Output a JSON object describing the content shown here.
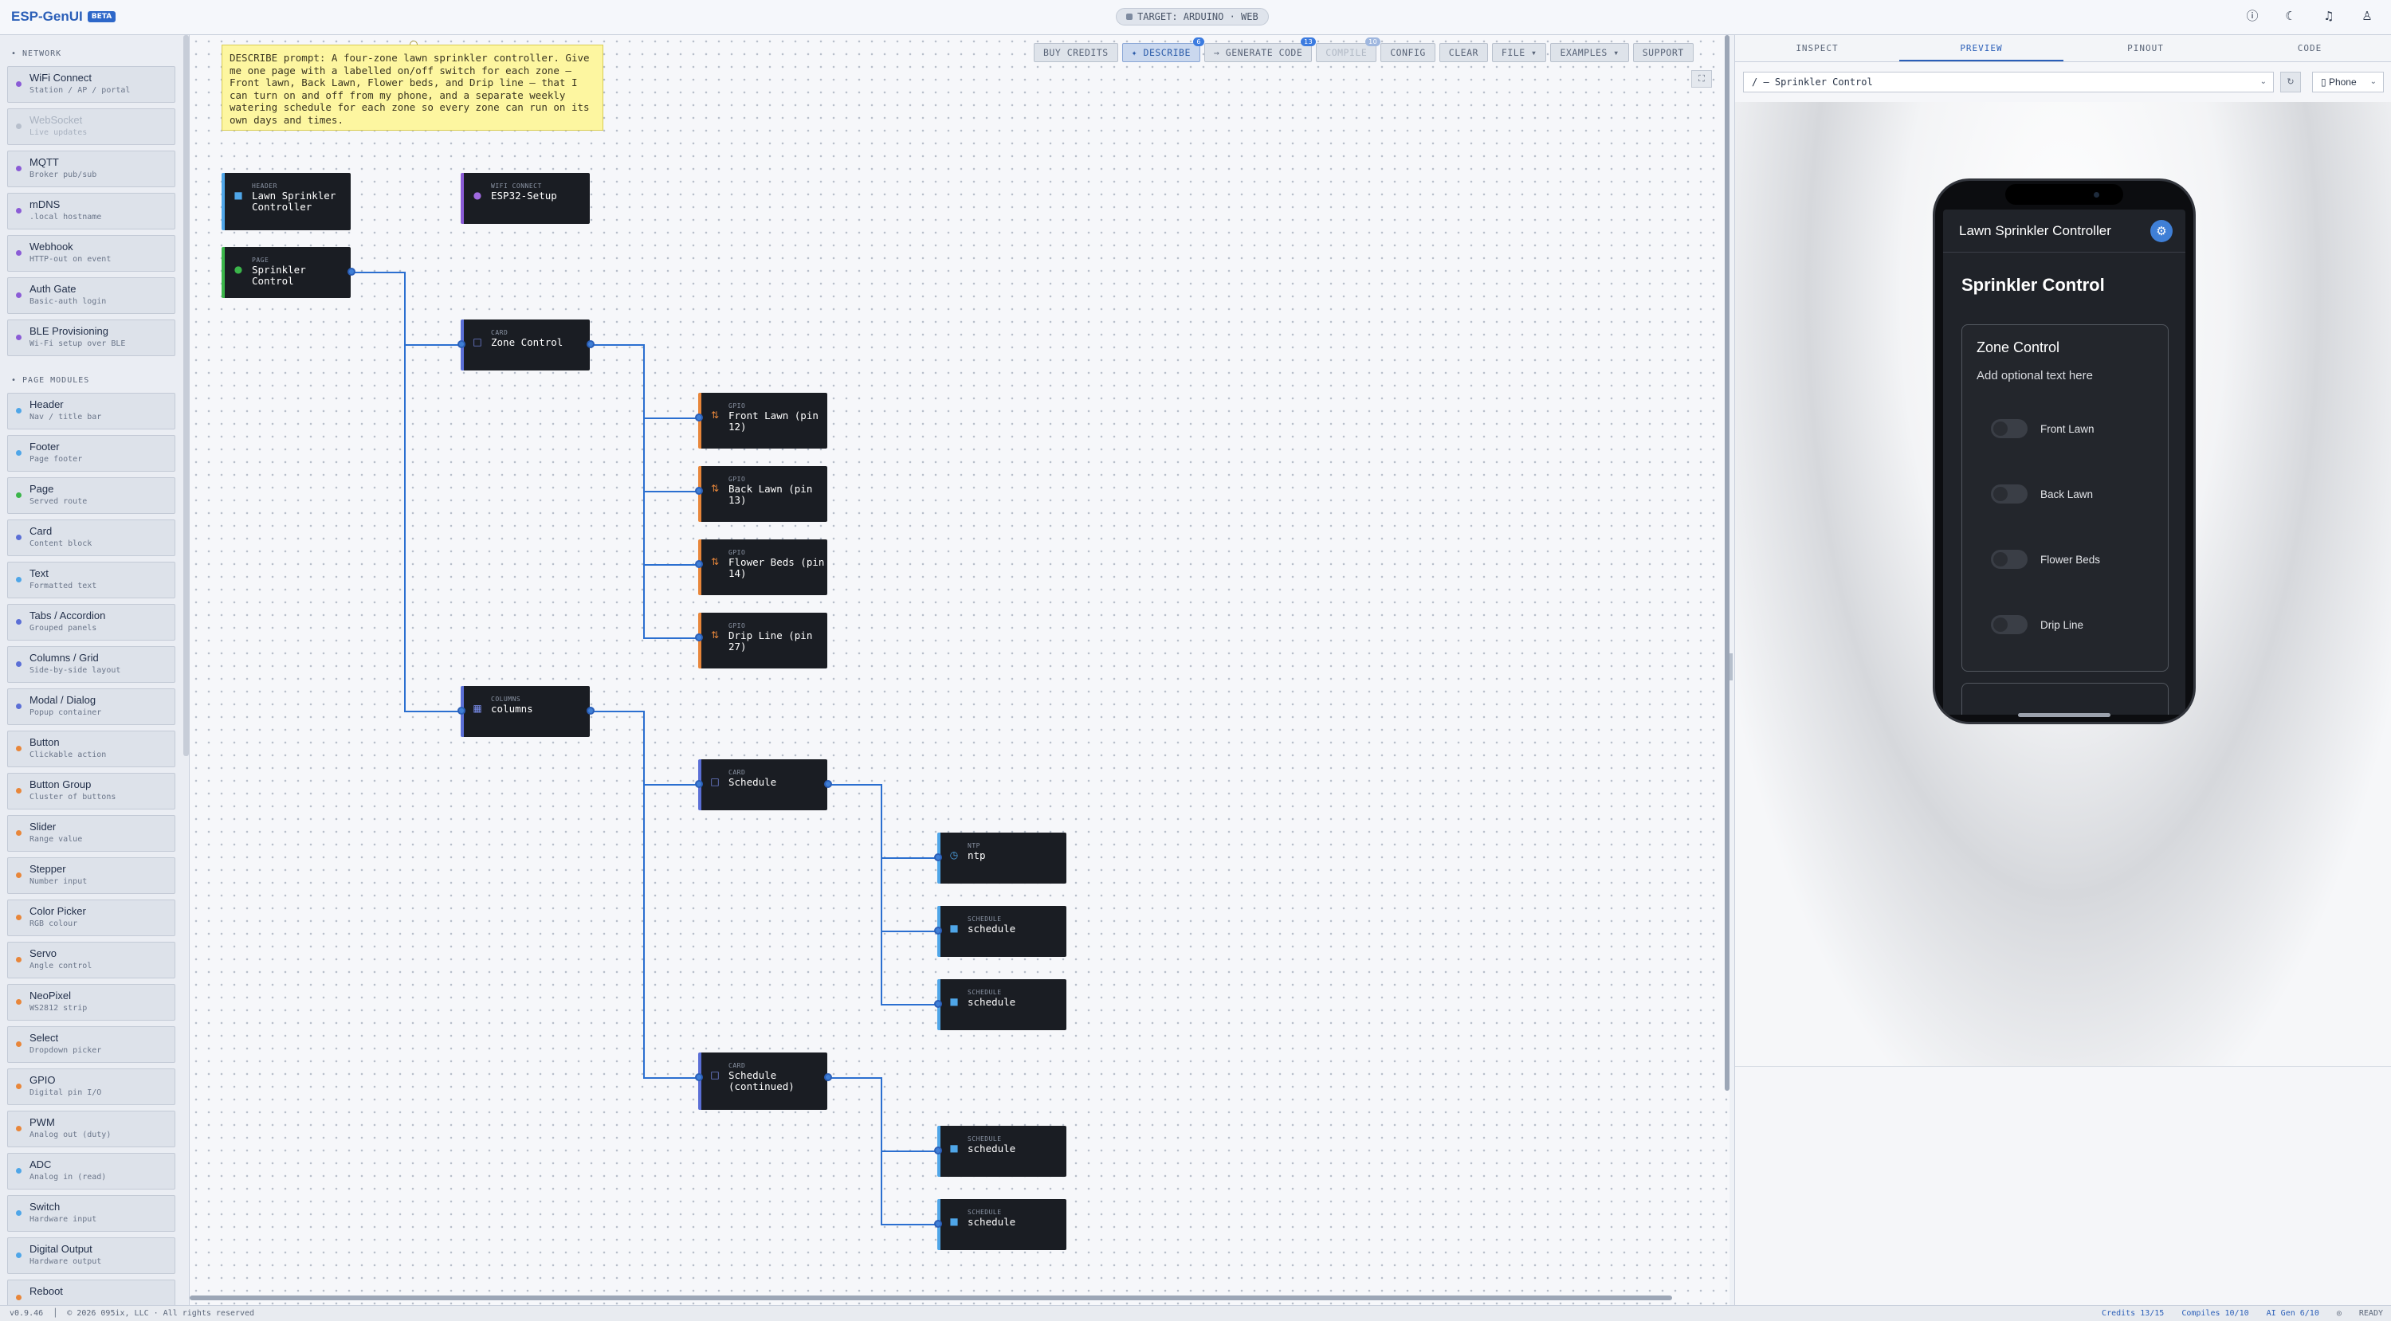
{
  "topbar": {
    "brand": "ESP-GenUI",
    "badge": "BETA",
    "target": "TARGET: ARDUINO · WEB",
    "icons": [
      "help-icon",
      "moon-icon",
      "bell-icon",
      "user-icon"
    ]
  },
  "sidebar": {
    "network_title": "• NETWORK",
    "network_items": [
      {
        "title": "WiFi Connect",
        "sub": "Station / AP / portal",
        "color": "#8b5cd6"
      },
      {
        "title": "WebSocket",
        "sub": "Live updates",
        "color": "#b7bfcc"
      },
      {
        "title": "MQTT",
        "sub": "Broker pub/sub",
        "color": "#8b5cd6"
      },
      {
        "title": "mDNS",
        "sub": ".local hostname",
        "color": "#8b5cd6"
      },
      {
        "title": "Webhook",
        "sub": "HTTP-out on event",
        "color": "#8b5cd6"
      },
      {
        "title": "Auth Gate",
        "sub": "Basic-auth login",
        "color": "#8b5cd6"
      },
      {
        "title": "BLE Provisioning",
        "sub": "Wi-Fi setup over BLE",
        "color": "#8b5cd6"
      }
    ],
    "modules_title": "• PAGE MODULES",
    "module_items": [
      {
        "title": "Header",
        "sub": "Nav / title bar",
        "color": "#4fa6e8"
      },
      {
        "title": "Footer",
        "sub": "Page footer",
        "color": "#4fa6e8"
      },
      {
        "title": "Page",
        "sub": "Served route",
        "color": "#3bb54a"
      },
      {
        "title": "Card",
        "sub": "Content block",
        "color": "#5b6fd6"
      },
      {
        "title": "Text",
        "sub": "Formatted text",
        "color": "#4fa6e8"
      },
      {
        "title": "Tabs / Accordion",
        "sub": "Grouped panels",
        "color": "#5b6fd6"
      },
      {
        "title": "Columns / Grid",
        "sub": "Side-by-side layout",
        "color": "#5b6fd6"
      },
      {
        "title": "Modal / Dialog",
        "sub": "Popup container",
        "color": "#5b6fd6"
      },
      {
        "title": "Button",
        "sub": "Clickable action",
        "color": "#e8863a"
      },
      {
        "title": "Button Group",
        "sub": "Cluster of buttons",
        "color": "#e8863a"
      },
      {
        "title": "Slider",
        "sub": "Range value",
        "color": "#e8863a"
      },
      {
        "title": "Stepper",
        "sub": "Number input",
        "color": "#e8863a"
      },
      {
        "title": "Color Picker",
        "sub": "RGB colour",
        "color": "#e8863a"
      },
      {
        "title": "Servo",
        "sub": "Angle control",
        "color": "#e8863a"
      },
      {
        "title": "NeoPixel",
        "sub": "WS2812 strip",
        "color": "#e8863a"
      },
      {
        "title": "Select",
        "sub": "Dropdown picker",
        "color": "#e8863a"
      },
      {
        "title": "GPIO",
        "sub": "Digital pin I/O",
        "color": "#e8863a"
      },
      {
        "title": "PWM",
        "sub": "Analog out (duty)",
        "color": "#e8863a"
      },
      {
        "title": "ADC",
        "sub": "Analog in (read)",
        "color": "#4fa6e8"
      },
      {
        "title": "Switch",
        "sub": "Hardware input",
        "color": "#4fa6e8"
      },
      {
        "title": "Digital Output",
        "sub": "Hardware output",
        "color": "#4fa6e8"
      },
      {
        "title": "Reboot",
        "sub": "",
        "color": "#e8863a"
      }
    ]
  },
  "canvas": {
    "note": "DESCRIBE prompt: A four-zone lawn sprinkler controller. Give me one page with a labelled on/off switch for each zone — Front lawn, Back Lawn, Flower beds, and Drip line — that I can turn on and off from my phone, and a separate weekly watering schedule for each zone so every zone can run on its own days and times.",
    "toolbar": [
      {
        "label": "BUY CREDITS",
        "state": ""
      },
      {
        "label": "✦ DESCRIBE",
        "state": "active",
        "badge": "6"
      },
      {
        "label": "→ GENERATE CODE",
        "state": "",
        "badge": "13"
      },
      {
        "label": "COMPILE",
        "state": "dis",
        "badge": "10"
      },
      {
        "label": "CONFIG",
        "state": ""
      },
      {
        "label": "CLEAR",
        "state": ""
      },
      {
        "label": "FILE ▾",
        "state": ""
      },
      {
        "label": "EXAMPLES ▾",
        "state": ""
      },
      {
        "label": "SUPPORT",
        "state": ""
      }
    ],
    "fit_icon": "⛶",
    "nodes": [
      {
        "id": "header",
        "type": "HEADER",
        "name": "Lawn Sprinkler Controller",
        "icon": "■",
        "color": "#4fa6e8",
        "border": "#4fa6e8",
        "icon_name": "header-icon"
      },
      {
        "id": "wifi",
        "type": "WIFI CONNECT",
        "name": "ESP32-Setup",
        "icon": "●",
        "color": "#a06ae0",
        "border": "#8b5cd6",
        "icon_name": "wifi-icon"
      },
      {
        "id": "page",
        "type": "PAGE",
        "name": "Sprinkler Control",
        "icon": "●",
        "color": "#3bb54a",
        "border": "#3bb54a",
        "icon_name": "page-icon"
      },
      {
        "id": "card1",
        "type": "CARD",
        "name": "Zone Control",
        "icon": "□",
        "color": "#7b8ff0",
        "border": "#5b6fd6",
        "icon_name": "card-icon"
      },
      {
        "id": "gpio1",
        "type": "GPIO",
        "name": "Front Lawn (pin 12)",
        "icon": "⇅",
        "color": "#e8863a",
        "border": "#e8863a",
        "icon_name": "gpio-icon"
      },
      {
        "id": "gpio2",
        "type": "GPIO",
        "name": "Back Lawn (pin 13)",
        "icon": "⇅",
        "color": "#e8863a",
        "border": "#e8863a",
        "icon_name": "gpio-icon"
      },
      {
        "id": "gpio3",
        "type": "GPIO",
        "name": "Flower Beds (pin 14)",
        "icon": "⇅",
        "color": "#e8863a",
        "border": "#e8863a",
        "icon_name": "gpio-icon"
      },
      {
        "id": "gpio4",
        "type": "GPIO",
        "name": "Drip Line (pin 27)",
        "icon": "⇅",
        "color": "#e8863a",
        "border": "#e8863a",
        "icon_name": "gpio-icon"
      },
      {
        "id": "columns",
        "type": "COLUMNS",
        "name": "columns",
        "icon": "▦",
        "color": "#7b8ff0",
        "border": "#5b6fd6",
        "icon_name": "columns-icon"
      },
      {
        "id": "card2",
        "type": "CARD",
        "name": "Schedule",
        "icon": "□",
        "color": "#7b8ff0",
        "border": "#5b6fd6",
        "icon_name": "card-icon"
      },
      {
        "id": "ntp",
        "type": "NTP",
        "name": "ntp",
        "icon": "◷",
        "color": "#4fa6e8",
        "border": "#4fa6e8",
        "icon_name": "clock-icon"
      },
      {
        "id": "sch1",
        "type": "SCHEDULE",
        "name": "schedule",
        "icon": "■",
        "color": "#4fa6e8",
        "border": "#4fa6e8",
        "icon_name": "schedule-icon"
      },
      {
        "id": "sch2",
        "type": "SCHEDULE",
        "name": "schedule",
        "icon": "■",
        "color": "#4fa6e8",
        "border": "#4fa6e8",
        "icon_name": "schedule-icon"
      },
      {
        "id": "card3",
        "type": "CARD",
        "name": "Schedule (continued)",
        "icon": "□",
        "color": "#7b8ff0",
        "border": "#5b6fd6",
        "icon_name": "card-icon"
      },
      {
        "id": "sch3",
        "type": "SCHEDULE",
        "name": "schedule",
        "icon": "■",
        "color": "#4fa6e8",
        "border": "#4fa6e8",
        "icon_name": "schedule-icon"
      },
      {
        "id": "sch4",
        "type": "SCHEDULE",
        "name": "schedule",
        "icon": "■",
        "color": "#4fa6e8",
        "border": "#4fa6e8",
        "icon_name": "schedule-icon"
      }
    ],
    "wire_color": "#2b6fd0"
  },
  "panel": {
    "tabs": [
      {
        "label": "INSPECT",
        "active": false
      },
      {
        "label": "PREVIEW",
        "active": true
      },
      {
        "label": "PINOUT",
        "active": false
      },
      {
        "label": "CODE",
        "active": false
      }
    ],
    "route": "/ — Sprinkler Control",
    "refresh": "↻",
    "device": "▯ Phone",
    "preview": {
      "app_title": "Lawn Sprinkler Controller",
      "gear": "⚙",
      "page_title": "Sprinkler Control",
      "card_title": "Zone Control",
      "card_text": "Add optional text here",
      "zones": [
        "Front Lawn",
        "Back Lawn",
        "Flower Beds",
        "Drip Line"
      ]
    }
  },
  "status": {
    "version": "v0.9.46",
    "copyright": "© 2026 095ix, LLC · All rights reserved",
    "credits": "Credits 13/15",
    "compiles": "Compiles 10/10",
    "ai": "AI Gen 6/10",
    "state": "READY"
  }
}
